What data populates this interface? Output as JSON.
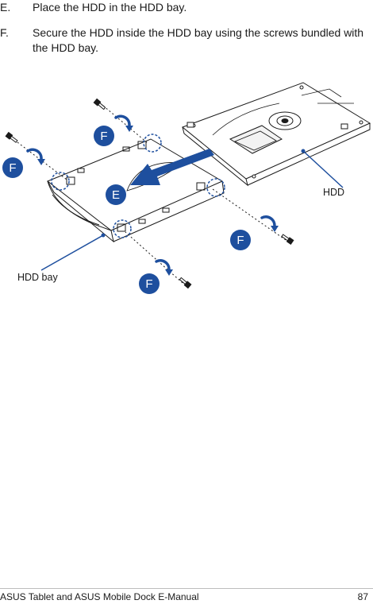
{
  "steps": [
    {
      "letter": "E.",
      "text": "Place the HDD in the HDD bay."
    },
    {
      "letter": "F.",
      "text": "Secure the HDD inside the HDD bay using the screws bundled with the HDD bay."
    }
  ],
  "figure": {
    "labels": {
      "hdd": "HDD",
      "hdd_bay": "HDD bay"
    },
    "markers": {
      "e": "E",
      "f": "F"
    },
    "accent_color": "#1e4f9e"
  },
  "footer": {
    "title": "ASUS Tablet and ASUS Mobile Dock E-Manual",
    "page_number": "87"
  }
}
